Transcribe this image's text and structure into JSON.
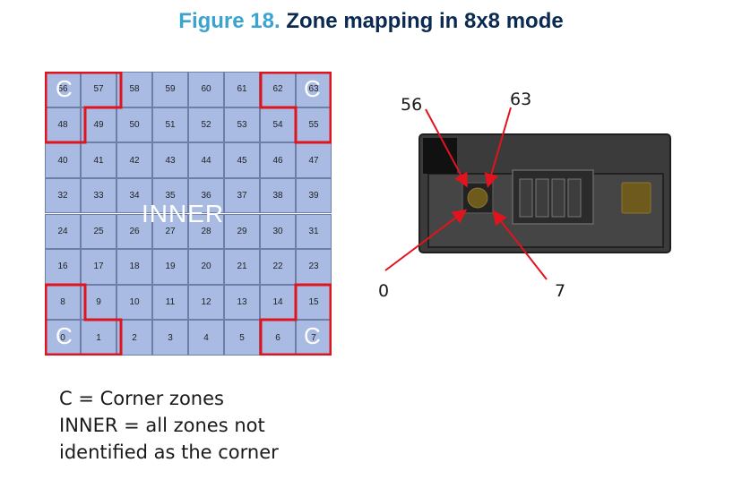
{
  "title": {
    "figure": "Figure 18.",
    "caption": "Zone mapping in 8x8 mode"
  },
  "grid": {
    "rows": [
      [
        "56",
        "57",
        "58",
        "59",
        "60",
        "61",
        "62",
        "63"
      ],
      [
        "48",
        "49",
        "50",
        "51",
        "52",
        "53",
        "54",
        "55"
      ],
      [
        "40",
        "41",
        "42",
        "43",
        "44",
        "45",
        "46",
        "47"
      ],
      [
        "32",
        "33",
        "34",
        "35",
        "36",
        "37",
        "38",
        "39"
      ],
      [
        "24",
        "25",
        "26",
        "27",
        "28",
        "29",
        "30",
        "31"
      ],
      [
        "16",
        "17",
        "18",
        "19",
        "20",
        "21",
        "22",
        "23"
      ],
      [
        "8",
        "9",
        "10",
        "11",
        "12",
        "13",
        "14",
        "15"
      ],
      [
        "0",
        "1",
        "2",
        "3",
        "4",
        "5",
        "6",
        "7"
      ]
    ],
    "corner_label": "C",
    "inner_label": "INNER",
    "cell_color": "#a9bae3",
    "corner_outline_color": "#e0141e"
  },
  "sensor": {
    "label_56": "56",
    "label_63": "63",
    "label_0": "0",
    "label_7": "7",
    "arrow_color": "#e0141e",
    "body_color": "#3b3b3b"
  },
  "legend": [
    "C = Corner zones",
    "INNER = all zones not",
    "identified as the corner"
  ]
}
